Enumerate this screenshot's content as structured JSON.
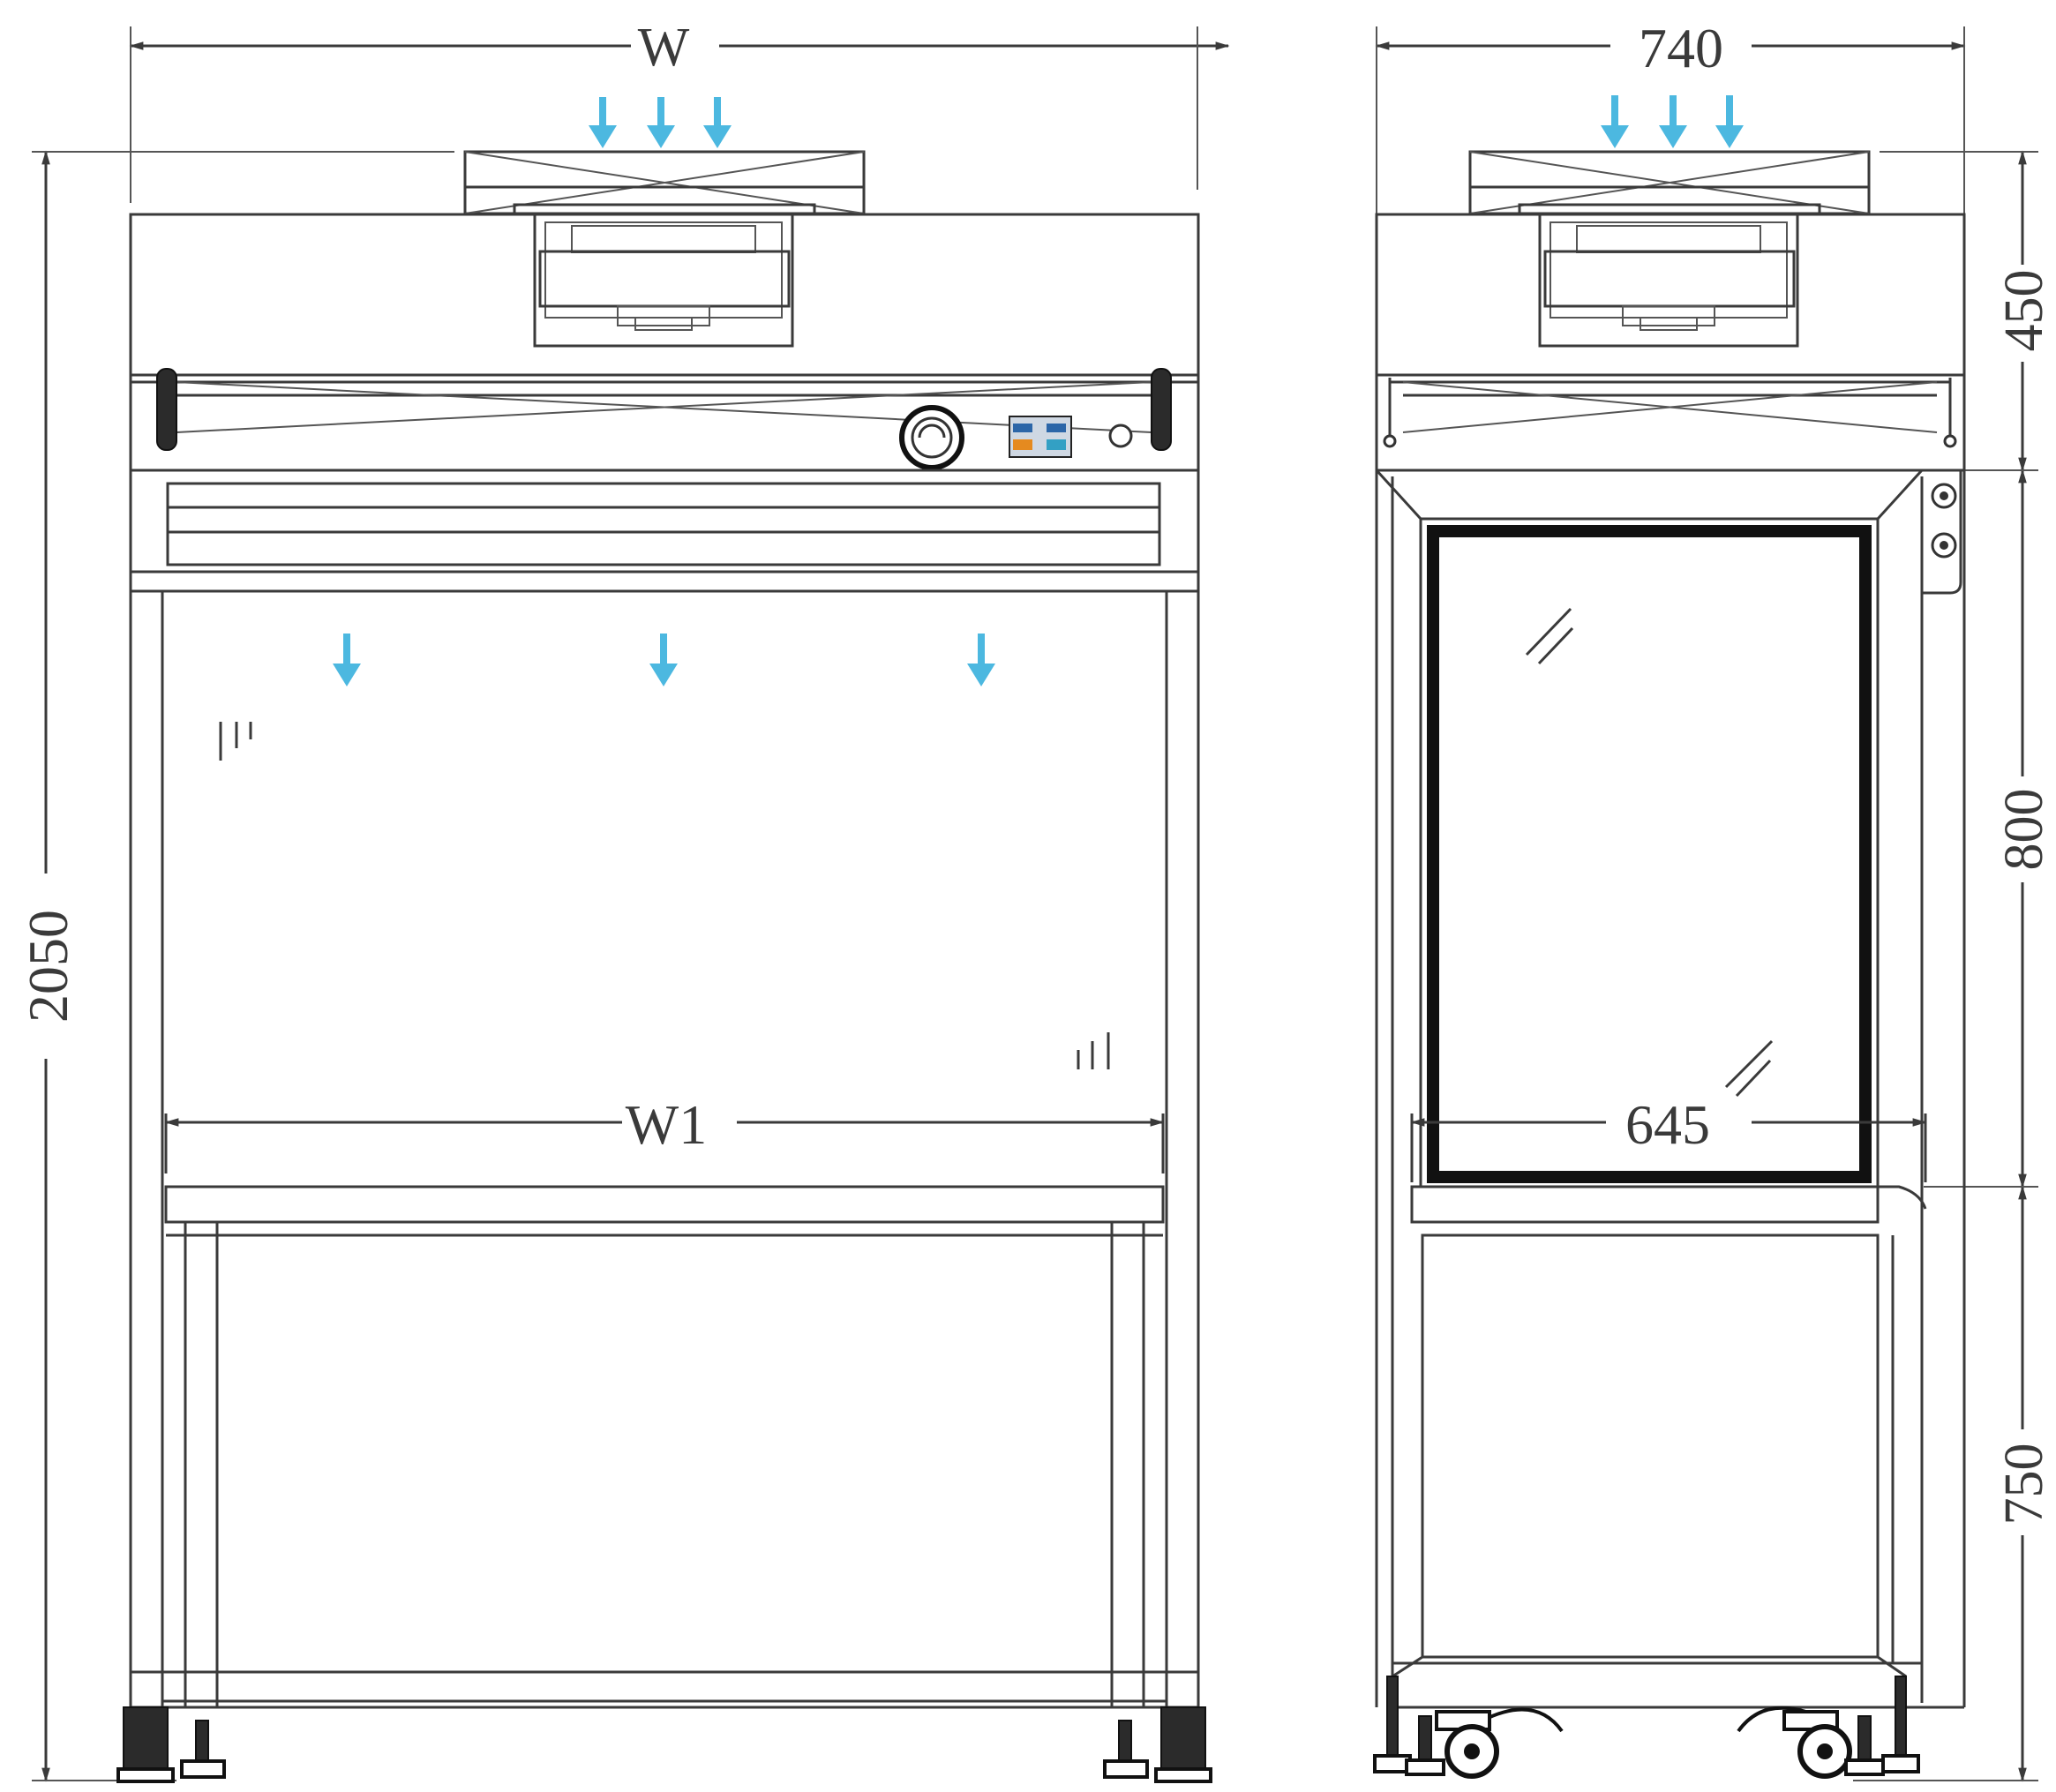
{
  "colors": {
    "line": "#3a3a3a",
    "airflow_arrow": "#4cb8e0",
    "glass_frame": "#111111",
    "background": "#ffffff"
  },
  "front_view": {
    "width_label": "W",
    "inner_width_label": "W1",
    "height_label": "2050"
  },
  "side_view": {
    "depth_label": "740",
    "inner_depth_label": "645",
    "top_section_label": "450",
    "window_section_label": "800",
    "base_section_label": "750"
  },
  "icons": [
    "airflow-arrow-icon",
    "caster-wheel-icon",
    "leveling-foot-icon",
    "gauge-dial-icon",
    "control-panel-icon"
  ]
}
